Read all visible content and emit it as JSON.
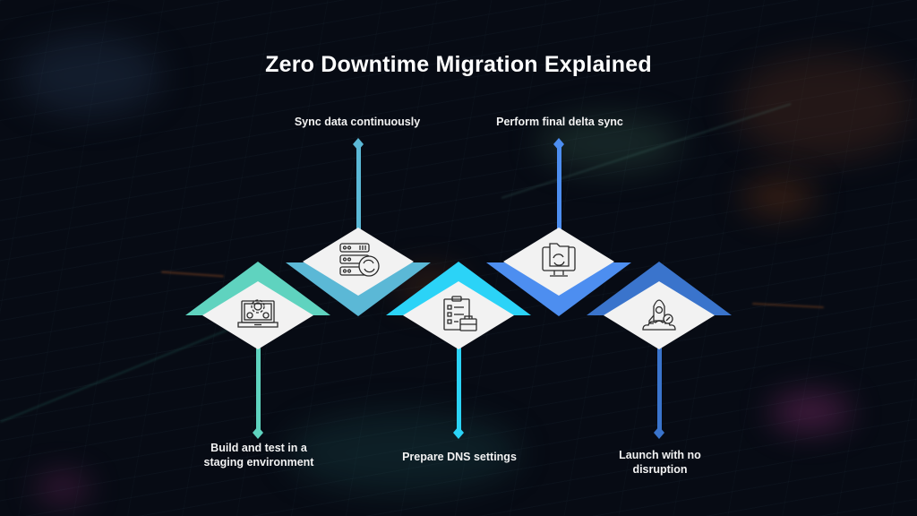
{
  "title": "Zero Downtime Migration Explained",
  "colors": {
    "background": "#070b14",
    "text": "#ffffff",
    "tile": "#f2f2f2",
    "icon_stroke": "#2b2b2b"
  },
  "steps": [
    {
      "order": 1,
      "label": "Build and test in a staging environment",
      "label_line1": "Build and test in a",
      "label_line2": "staging environment",
      "position": "below",
      "icon": "laptop-gear-icon",
      "color": "#5fd3bf"
    },
    {
      "order": 2,
      "label": "Sync data continuously",
      "label_line1": "Sync data continuously",
      "label_line2": "",
      "position": "above",
      "icon": "server-sync-icon",
      "color": "#5bb8d6"
    },
    {
      "order": 3,
      "label": "Prepare DNS settings",
      "label_line1": "Prepare DNS settings",
      "label_line2": "",
      "position": "below",
      "icon": "clipboard-briefcase-icon",
      "color": "#2bd3f7"
    },
    {
      "order": 4,
      "label": "Perform final delta sync",
      "label_line1": "Perform final delta sync",
      "label_line2": "",
      "position": "above",
      "icon": "monitor-folder-sync-icon",
      "color": "#4d8ef0"
    },
    {
      "order": 5,
      "label": "Launch with no disruption",
      "label_line1": "Launch with no",
      "label_line2": "disruption",
      "position": "below",
      "icon": "rocket-launch-icon",
      "color": "#3a74cc"
    }
  ]
}
